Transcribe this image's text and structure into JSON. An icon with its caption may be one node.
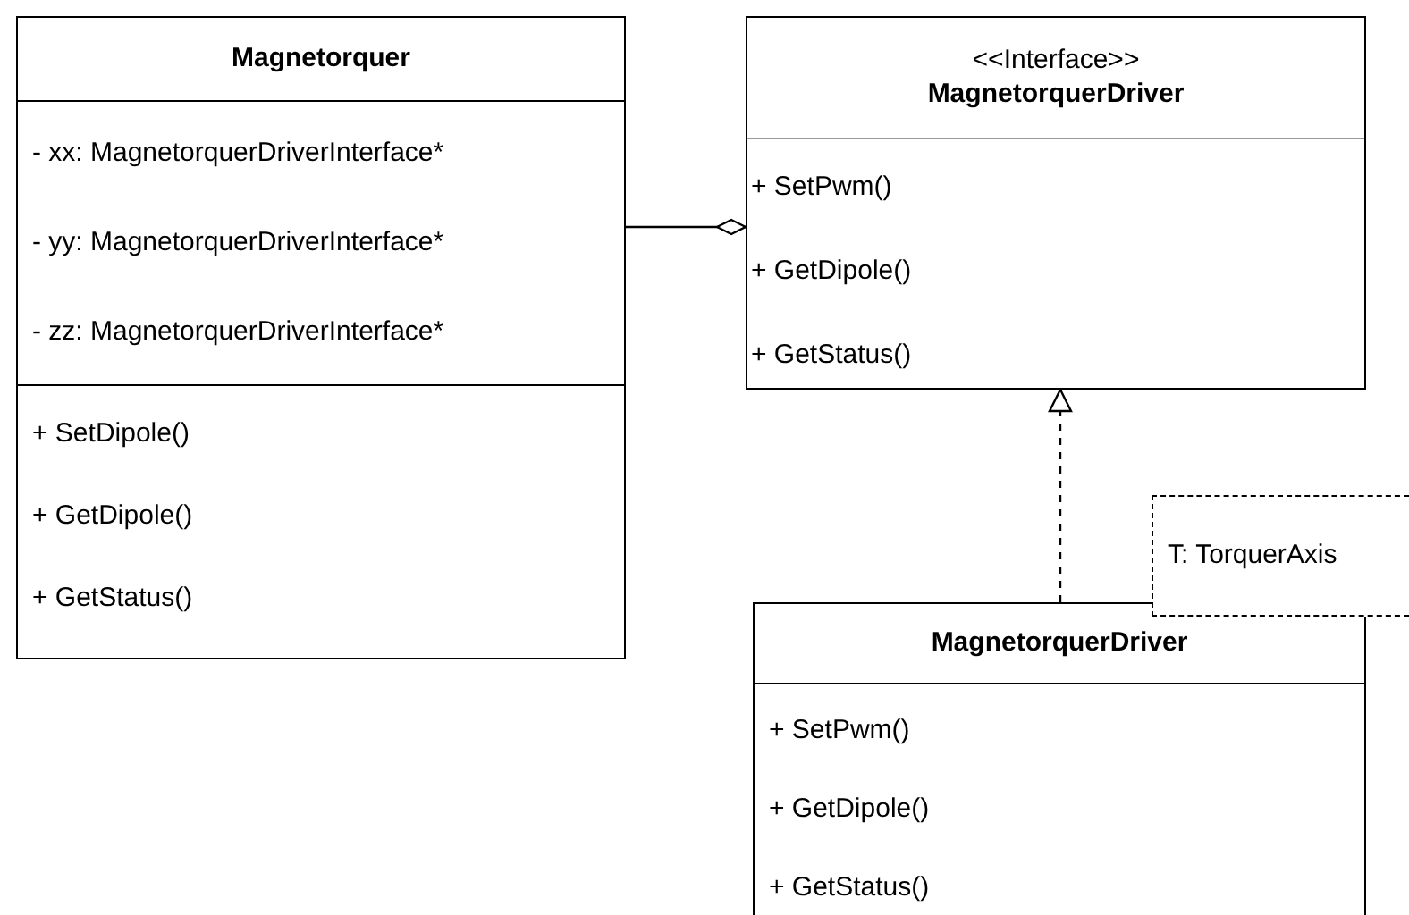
{
  "diagram": {
    "nodes": [
      {
        "text": [
          "Magnetorquer",
          "- xx: MagnetorquerDriverInterface*",
          "- yy: MagnetorquerDriverInterface*",
          "- zz: MagnetorquerDriverInterface*",
          "+ SetDipole()",
          "+ GetDipole()",
          "+ GetStatus()"
        ]
      },
      {
        "text": [
          "<<Interface>>",
          "MagnetorquerDriver",
          "+ SetPwm()",
          "+ GetDipole()",
          "+ GetStatus()"
        ]
      },
      {
        "text": [
          "T: TorquerAxis"
        ]
      },
      {
        "text": [
          "MagnetorquerDriver",
          "+ SetPwm()",
          "+ GetDipole()",
          "+ GetStatus()"
        ]
      }
    ],
    "edges": [
      {
        "from": 0,
        "to": 1,
        "arrow": "other"
      },
      {
        "from": 3,
        "to": 1,
        "arrow": "to",
        "style": "dashed"
      }
    ]
  }
}
